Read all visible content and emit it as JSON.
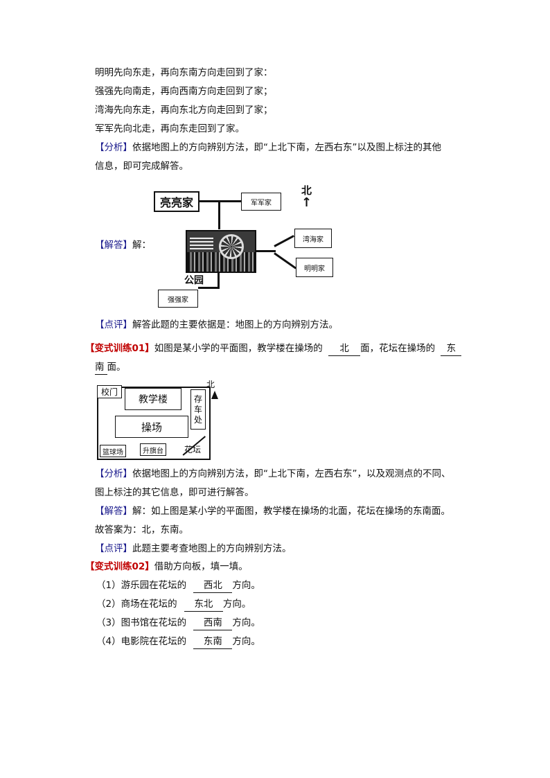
{
  "intro_lines": [
    "明明先向东走，再向东南方向走回到了家：",
    "强强先向南走，再向西南方向走回到了家；",
    "湾海先向东走，再向东北方向走回到了家；",
    "军军先向北走，再向东走回到了家。"
  ],
  "analysis1": {
    "tag": "【分析】",
    "line1": "依据地图上的方向辨别方法，即“上北下南，左西右东”以及图上标注的其他",
    "line2": "信息，即可完成解答。"
  },
  "answer1": {
    "tag": "【解答】",
    "text": "解："
  },
  "map1": {
    "liangliang": "亮亮家",
    "junjun": "军军家",
    "north": "北",
    "north_arrow": "↑",
    "wanhai": "湾海家",
    "mingming": "明明家",
    "park": "公园",
    "qiangqiang": "强强家"
  },
  "comment1": {
    "tag": "【点评】",
    "text": "解答此题的主要依据是：地图上的方向辨别方法。"
  },
  "ex1": {
    "tag": "【变式训练01】",
    "text_a": "如图是某小学的平面图，教学楼在操场的",
    "blank_1": "北",
    "text_b": "面，花坛在操场的",
    "blank_2a": "东",
    "blank_2b": "南",
    "text_c": "面。"
  },
  "map2": {
    "gate": "校门",
    "teaching": "教学楼",
    "bike1": "存",
    "bike2": "车",
    "bike3": "处",
    "playground": "操场",
    "basketball": "篮球场",
    "flag": "升旗台",
    "flowerbed": "花坛",
    "north": "北"
  },
  "analysis2": {
    "tag": "【分析】",
    "line1": "依据地图上的方向辨别方法，即“上北下南，左西右东”，以及观测点的不同、",
    "line2": "图上标注的其它信息，即可进行解答。"
  },
  "answer2": {
    "tag": "【解答】",
    "text": "解：如上图是某小学的平面图，教学楼在操场的北面，花坛在操场的东南面。",
    "result": "故答案为：北，东南。"
  },
  "comment2": {
    "tag": "【点评】",
    "text": "此题主要考查地图上的方向辨别方法。"
  },
  "ex2": {
    "tag": "【变式训练02】",
    "text": "借助方向板，填一填。",
    "items": [
      {
        "pre": "（1）游乐园在花坛的",
        "blank": "西北",
        "post": "方向。"
      },
      {
        "pre": "（2）商场在花坛的",
        "blank": "东北",
        "post": "方向。"
      },
      {
        "pre": "（3）图书馆在花坛的",
        "blank": "西南",
        "post": "方向。"
      },
      {
        "pre": "（4）电影院在花坛的",
        "blank": "东南",
        "post": "方向。"
      }
    ]
  }
}
